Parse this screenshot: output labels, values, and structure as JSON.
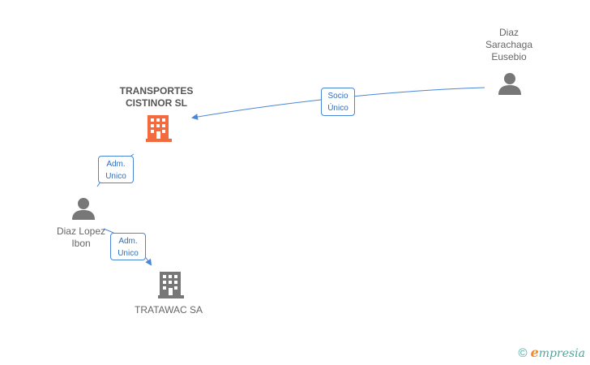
{
  "nodes": {
    "transportes": {
      "line1": "TRANSPORTES",
      "line2": "CISTINOR SL",
      "icon": "building-icon",
      "color": "#f26a3d"
    },
    "eusebio": {
      "line1": "Diaz",
      "line2": "Sarachaga",
      "line3": "Eusebio",
      "icon": "person-icon",
      "color": "#777777"
    },
    "ibon": {
      "line1": "Diaz Lopez",
      "line2": "Ibon",
      "icon": "person-icon",
      "color": "#777777"
    },
    "tratawac": {
      "line1": "TRATAWAC SA",
      "icon": "building-icon",
      "color": "#777777"
    }
  },
  "edges": {
    "socio_unico": {
      "line1": "Socio",
      "line2": "Único"
    },
    "adm_unico_top": {
      "line1": "Adm.",
      "line2": "Unico"
    },
    "adm_unico_bottom": {
      "line1": "Adm.",
      "line2": "Unico"
    }
  },
  "colors": {
    "edge": "#4a86d8",
    "accent_company": "#f26a3d"
  },
  "footer": {
    "copyright": "©",
    "brand_first": "e",
    "brand_rest": "mpresia"
  }
}
